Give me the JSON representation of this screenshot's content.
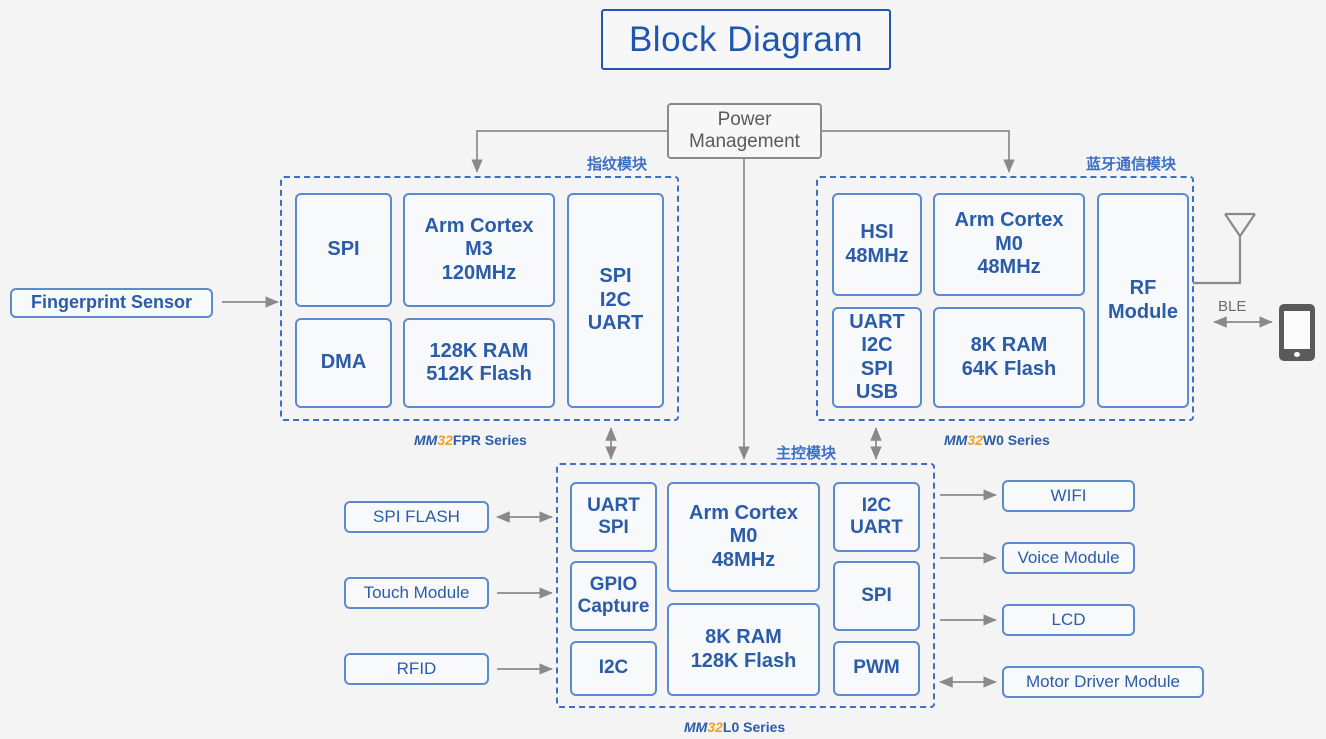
{
  "title": "Block Diagram",
  "power": {
    "label": "Power\nManagement"
  },
  "external": {
    "fingerprint_sensor": "Fingerprint Sensor",
    "ble_label": "BLE",
    "phone_icon": "smartphone-icon",
    "antenna_icon": "antenna-icon"
  },
  "modules": {
    "fingerprint": {
      "zh_label": "指纹模块",
      "series_prefix": "MM",
      "series_num": "32",
      "series_suffix": "FPR Series",
      "blocks": [
        {
          "name": "spi",
          "label": "SPI"
        },
        {
          "name": "arm-cortex-m3",
          "label": "Arm Cortex\nM3\n120MHz"
        },
        {
          "name": "dma",
          "label": "DMA"
        },
        {
          "name": "memory",
          "label": "128K RAM\n512K Flash"
        },
        {
          "name": "spi-i2c-uart",
          "label": "SPI\nI2C\nUART"
        }
      ]
    },
    "bluetooth": {
      "zh_label": "蓝牙通信模块",
      "series_prefix": "MM",
      "series_num": "32",
      "series_suffix": "W0 Series",
      "blocks": [
        {
          "name": "hsi",
          "label": "HSI\n48MHz"
        },
        {
          "name": "arm-cortex-m0",
          "label": "Arm Cortex\nM0\n48MHz"
        },
        {
          "name": "uart-i2c-spi-usb",
          "label": "UART\nI2C\nSPI\nUSB"
        },
        {
          "name": "memory",
          "label": "8K RAM\n64K Flash"
        },
        {
          "name": "rf-module",
          "label": "RF\nModule"
        }
      ]
    },
    "main": {
      "zh_label": "主控模块",
      "series_prefix": "MM",
      "series_num": "32",
      "series_suffix": "L0 Series",
      "blocks": [
        {
          "name": "uart-spi",
          "label": "UART\nSPI"
        },
        {
          "name": "gpio-capture",
          "label": "GPIO\nCapture"
        },
        {
          "name": "i2c",
          "label": "I2C"
        },
        {
          "name": "arm-cortex-m0",
          "label": "Arm Cortex\nM0\n48MHz"
        },
        {
          "name": "memory",
          "label": "8K RAM\n128K Flash"
        },
        {
          "name": "i2c-uart",
          "label": "I2C\nUART"
        },
        {
          "name": "spi",
          "label": "SPI"
        },
        {
          "name": "pwm",
          "label": "PWM"
        }
      ]
    }
  },
  "peripherals_left": [
    {
      "name": "spi-flash",
      "label": "SPI FLASH",
      "arrow": "bidirectional"
    },
    {
      "name": "touch-module",
      "label": "Touch Module",
      "arrow": "to-module"
    },
    {
      "name": "rfid",
      "label": "RFID",
      "arrow": "to-module"
    }
  ],
  "peripherals_right": [
    {
      "name": "wifi",
      "label": "WIFI",
      "arrow": "from-module"
    },
    {
      "name": "voice-module",
      "label": "Voice Module",
      "arrow": "from-module"
    },
    {
      "name": "lcd",
      "label": "LCD",
      "arrow": "from-module"
    },
    {
      "name": "motor-driver-module",
      "label": "Motor Driver Module",
      "arrow": "bidirectional"
    }
  ],
  "colors": {
    "accent_blue": "#2a5caa",
    "block_border": "#5b8ad0",
    "dashed_border": "#3f6fc4",
    "series_orange": "#f0a21e",
    "gray": "#8a8a8a",
    "background": "#f4f4f4"
  }
}
